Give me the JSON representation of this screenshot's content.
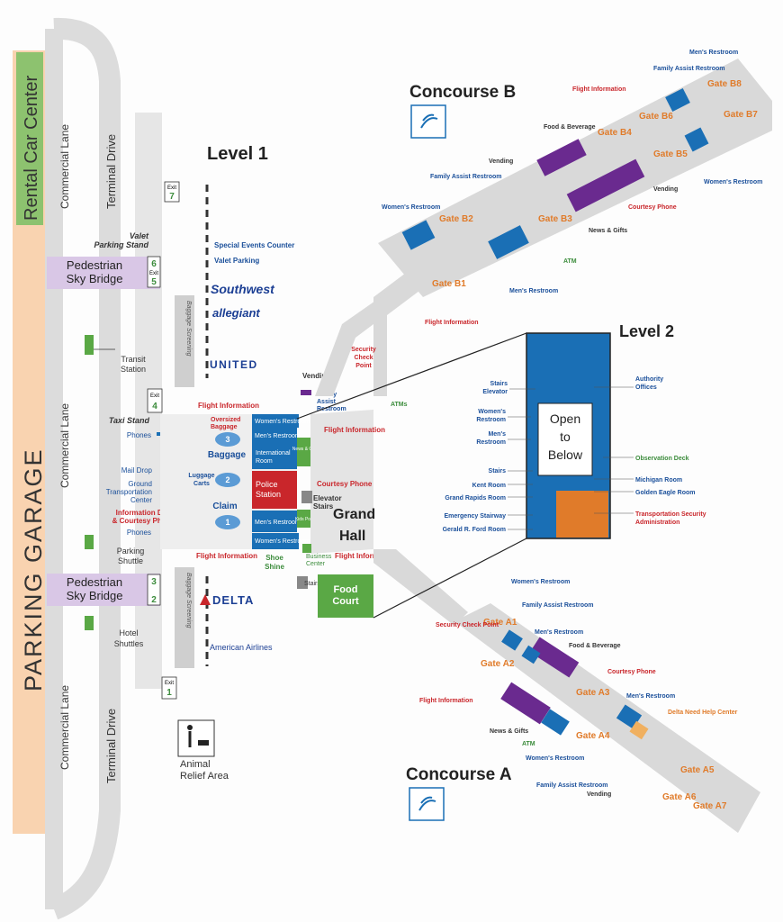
{
  "garage": {
    "label": "PARKING GARAGE",
    "rental": "Rental Car Center"
  },
  "roads": {
    "commercial_lane": "Commercial Lane",
    "terminal_drive": "Terminal Drive"
  },
  "sky_bridge": "Pedestrian Sky Bridge",
  "sky_bridge_lines": [
    "Pedestrian",
    "Sky Bridge"
  ],
  "exits": {
    "word": "Exit",
    "e7": "7",
    "e6": "6",
    "e5": "5",
    "e4": "4",
    "e3": "3",
    "e2": "2",
    "e1": "1"
  },
  "curb": {
    "valet_stand": "Valet",
    "valet_stand2": "Parking Stand",
    "transit": "Transit",
    "transit2": "Station",
    "taxi": "Taxi Stand",
    "phones": "Phones",
    "mail": "Mail Drop",
    "gtc1": "Ground",
    "gtc2": "Transportation",
    "gtc3": "Center",
    "info1": "Information Desk",
    "info2": "& Courtesy Phone",
    "phones2": "Phones",
    "parking_shuttle1": "Parking",
    "parking_shuttle2": "Shuttle",
    "hotel1": "Hotel",
    "hotel2": "Shuttles",
    "animal1": "Animal",
    "animal2": "Relief Area"
  },
  "level1": {
    "title": "Level 1",
    "special_events": "Special Events Counter",
    "valet_parking": "Valet Parking",
    "airlines": [
      "Southwest",
      "allegiant",
      "UNITED",
      "DELTA",
      "American Airlines"
    ],
    "baggage_screening": "Baggage Screening",
    "baggage": "Baggage",
    "claim": "Claim",
    "carousels": [
      "3",
      "2",
      "1"
    ],
    "luggage_carts1": "Luggage",
    "luggage_carts2": "Carts",
    "flight_info": "Flight Information",
    "oversized1": "Oversized",
    "oversized2": "Baggage",
    "womens_restroom": "Women's Restroom",
    "mens_restroom": "Men's Restroom",
    "intl1": "International",
    "intl2": "Room",
    "police1": "Police",
    "police2": "Station",
    "news_gift": "News & Gift",
    "kids_port": "Kids Port",
    "courtesy_phone": "Courtesy Phone",
    "elevator_stairs1": "Elevator",
    "elevator_stairs2": "Stairs",
    "grand_hall1": "Grand",
    "grand_hall2": "Hall",
    "business1": "Business",
    "business2": "Center",
    "shoe1": "Shoe",
    "shoe2": "Shine",
    "stairs": "Stairs",
    "food_court1": "Food",
    "food_court2": "Court",
    "vending": "Vending",
    "family_assist1": "Family",
    "family_assist2": "Assist",
    "family_assist3": "Restroom",
    "security1": "Security",
    "security2": "Check",
    "security3": "Point",
    "atms": "ATMs"
  },
  "concourse_b": {
    "title": "Concourse B",
    "gates": [
      "Gate B1",
      "Gate B2",
      "Gate B3",
      "Gate B4",
      "Gate B5",
      "Gate B6",
      "Gate B7",
      "Gate B8"
    ],
    "labels": {
      "mens": "Men's Restroom",
      "family": "Family Assist Restroom",
      "flight_info": "Flight Information",
      "food": "Food & Beverage",
      "vending": "Vending",
      "womens": "Women's Restroom",
      "courtesy": "Courtesy Phone",
      "news": "News & Gifts",
      "atm": "ATM"
    }
  },
  "concourse_a": {
    "title": "Concourse A",
    "gates": [
      "Gate A1",
      "Gate A2",
      "Gate A3",
      "Gate A4",
      "Gate A5",
      "Gate A6",
      "Gate A7"
    ],
    "labels": {
      "womens": "Women's Restroom",
      "family": "Family Assist Restroom",
      "mens": "Men's Restroom",
      "food": "Food & Beverage",
      "courtesy": "Courtesy Phone",
      "delta": "Delta Need Help Center",
      "news": "News & Gifts",
      "atm": "ATM",
      "vending": "Vending",
      "flight_info": "Flight Information",
      "security": "Security Check Point"
    }
  },
  "level2": {
    "title": "Level 2",
    "open_below": [
      "Open",
      "to",
      "Below"
    ],
    "left_labels": [
      "Stairs",
      "Elevator",
      "Women's",
      "Restroom",
      "Men's",
      "Restroom",
      "Stairs",
      "Kent Room",
      "Grand Rapids Room",
      "Emergency Stairway",
      "Gerald R. Ford Room"
    ],
    "right_labels": [
      "Authority",
      "Offices",
      "Observation Deck",
      "Michigan Room",
      "Golden Eagle Room",
      "Transportation Security",
      "Administration"
    ]
  },
  "colors": {
    "blue": "#1a6fb5",
    "purple": "#6a2a8f",
    "green": "#5aa845",
    "red": "#c9262b",
    "orange": "#e07b2a",
    "garage": "#f9d3b0",
    "skybridge": "#d9c7e6",
    "corridor": "#d9d9d9"
  }
}
